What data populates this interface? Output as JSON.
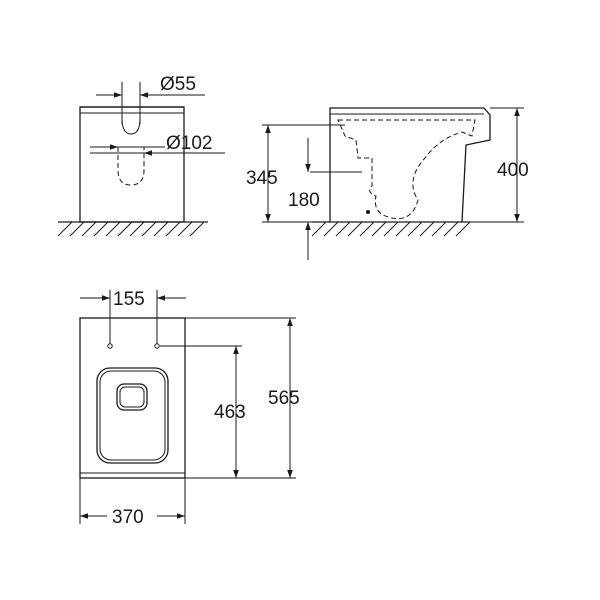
{
  "dimensions": {
    "outlet_diameter": "Ø55",
    "pipe_diameter": "Ø102",
    "outlet_height": "345",
    "pipe_center_height": "180",
    "total_height": "400",
    "fixing_hole_spacing": "155",
    "fixing_to_front": "463",
    "total_length": "565",
    "total_width": "370"
  },
  "colors": {
    "ink": "#1a1a1a",
    "background": "#ffffff"
  }
}
